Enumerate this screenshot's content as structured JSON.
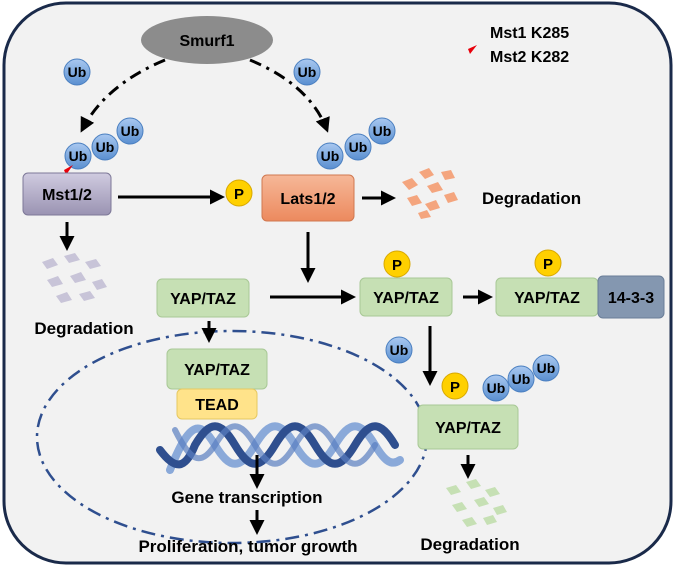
{
  "legend": {
    "line1": "Mst1 K285",
    "line2": "Mst2 K282",
    "marker_color": "#e8000b"
  },
  "nodes": {
    "smurf1": "Smurf1",
    "mst": "Mst1/2",
    "lats": "Lats1/2",
    "yap_main": "YAP/TAZ",
    "yap_phos": "YAP/TAZ",
    "yap_bound": "YAP/TAZ",
    "protein_1433": "14-3-3",
    "yap_nuclear": "YAP/TAZ",
    "tead": "TEAD",
    "yap_ubiq": "YAP/TAZ"
  },
  "badges": {
    "ub": "Ub",
    "p": "P"
  },
  "labels": {
    "degradation_mst": "Degradation",
    "degradation_lats": "Degradation",
    "degradation_yap": "Degradation",
    "gene_transcription": "Gene transcription",
    "proliferation": "Proliferation, tumor growth"
  },
  "colors": {
    "panel_fill": "#f2f2f2",
    "panel_border": "#1a2a4a",
    "smurf_fill": "#8c8c8c",
    "mst_fill": "#b5b0c6",
    "lats_fill": "#f2a07a",
    "yap_fill": "#c6e0b4",
    "tead_fill": "#ffe38a",
    "box_1433": "#8497b0",
    "ub_fill": "#6fa0d8",
    "p_fill": "#ffd000",
    "dna_dark": "#2f4f8f",
    "dna_light": "#8aa9d9",
    "nucleus_border": "#2f4f8f"
  }
}
